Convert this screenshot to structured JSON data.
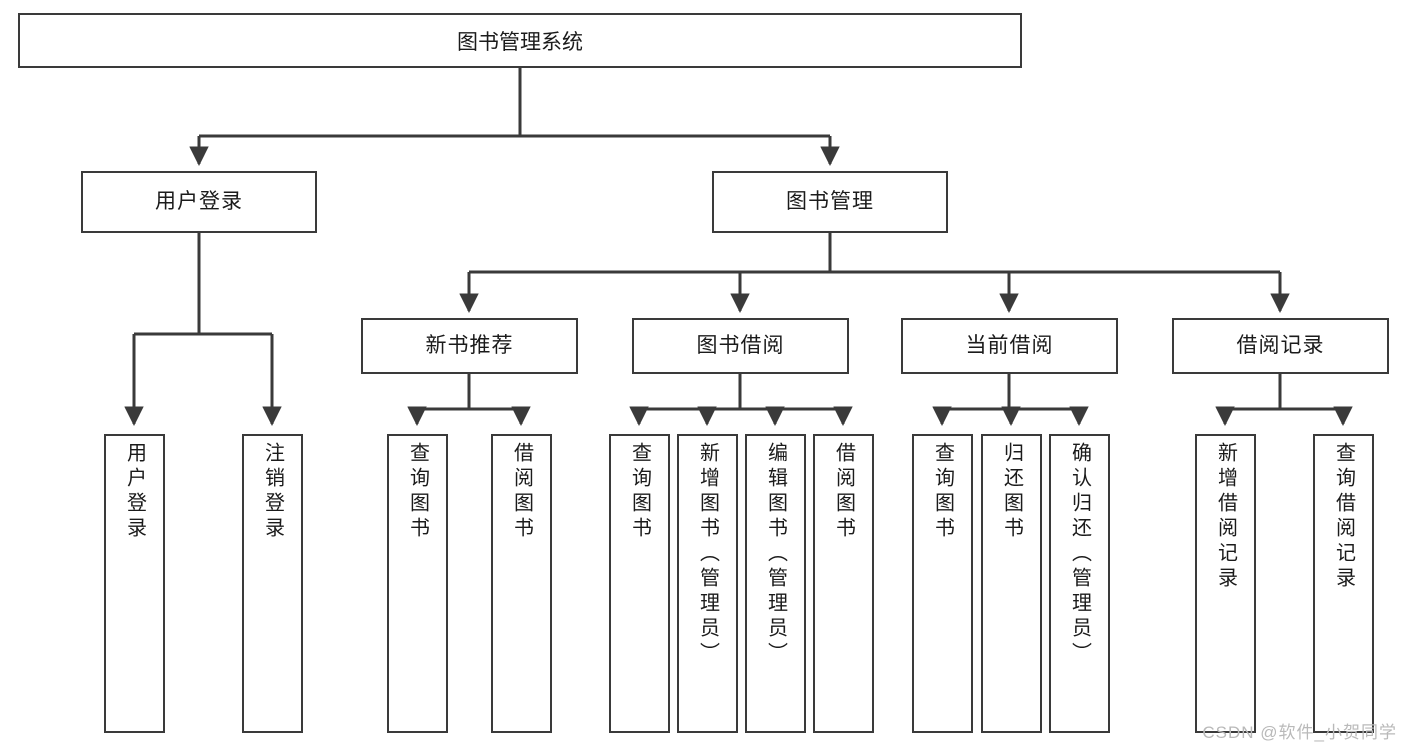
{
  "diagram": {
    "title": "图书管理系统",
    "type": "tree",
    "watermark": "CSDN @软件_小贺同学",
    "colors": {
      "box_border": "#3a3a3a",
      "box_fill": "#ffffff",
      "connector": "#3a3a3a",
      "text": "#1b1b1b",
      "watermark": "#b9b9b9"
    },
    "levels": {
      "root": {
        "label": "图书管理系统"
      },
      "level2": [
        {
          "label": "用户登录"
        },
        {
          "label": "图书管理"
        }
      ],
      "level3": [
        {
          "label": "新书推荐"
        },
        {
          "label": "图书借阅"
        },
        {
          "label": "当前借阅"
        },
        {
          "label": "借阅记录"
        }
      ],
      "leaves": {
        "user_login": [
          {
            "label": "用户登录"
          },
          {
            "label": "注销登录"
          }
        ],
        "new_book": [
          {
            "label": "查询图书"
          },
          {
            "label": "借阅图书"
          }
        ],
        "book_borrow": [
          {
            "label": "查询图书"
          },
          {
            "label": "新增图书（管理员）"
          },
          {
            "label": "编辑图书（管理员）"
          },
          {
            "label": "借阅图书"
          }
        ],
        "current_borrow": [
          {
            "label": "查询图书"
          },
          {
            "label": "归还图书"
          },
          {
            "label": "确认归还（管理员）"
          }
        ],
        "borrow_record": [
          {
            "label": "新增借阅记录"
          },
          {
            "label": "查询借阅记录"
          }
        ]
      }
    }
  }
}
